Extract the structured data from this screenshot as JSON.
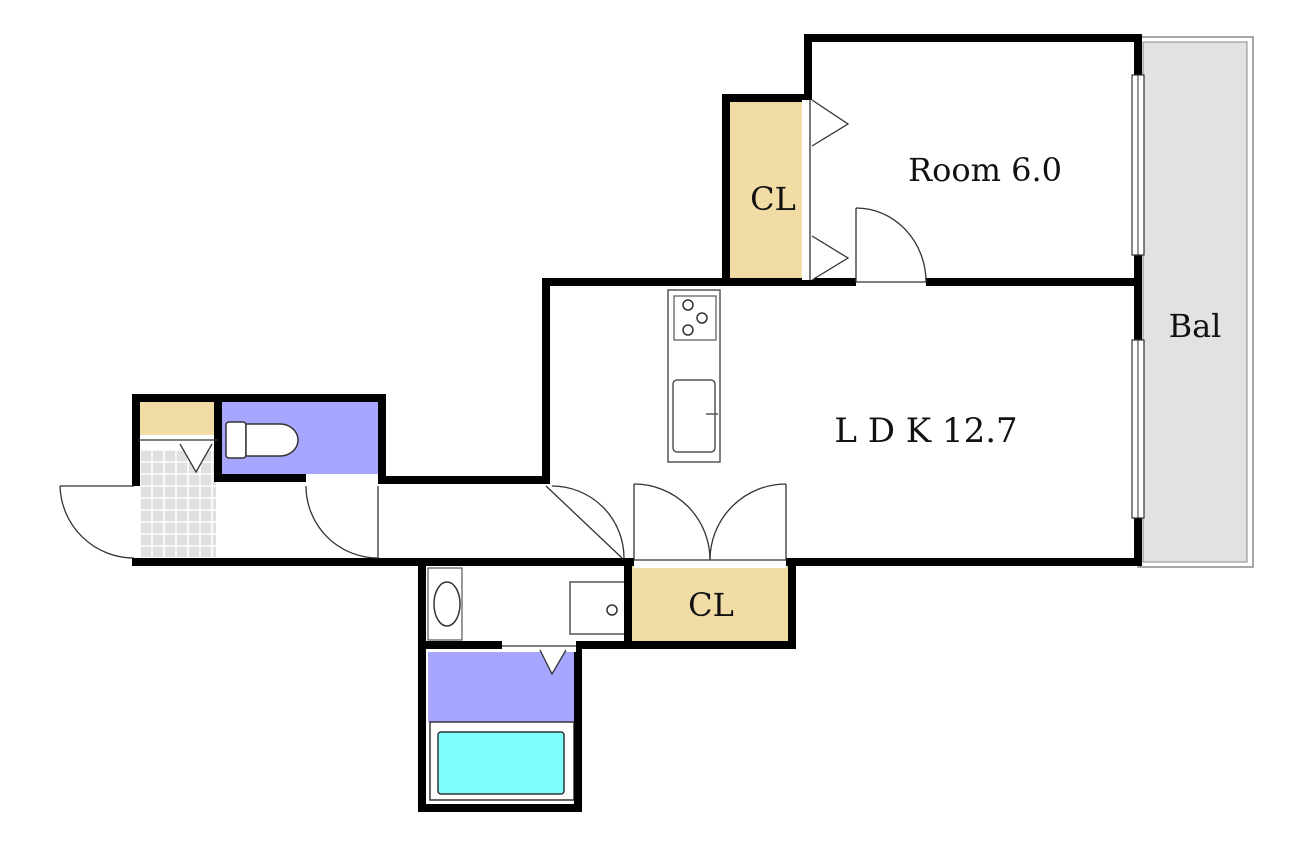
{
  "rooms": {
    "room": "Room 6.0",
    "ldk": "L D K 12.7",
    "balcony": "Bal",
    "closet_upper": "CL",
    "closet_lower": "CL"
  },
  "colors": {
    "wall": "#000000",
    "closet": "#f1dca6",
    "toilet_bath": "#a7a6ff",
    "bathtub": "#7dffff",
    "balcony": "#e2e2e2",
    "entry_tiles": "#e0e0e0"
  }
}
